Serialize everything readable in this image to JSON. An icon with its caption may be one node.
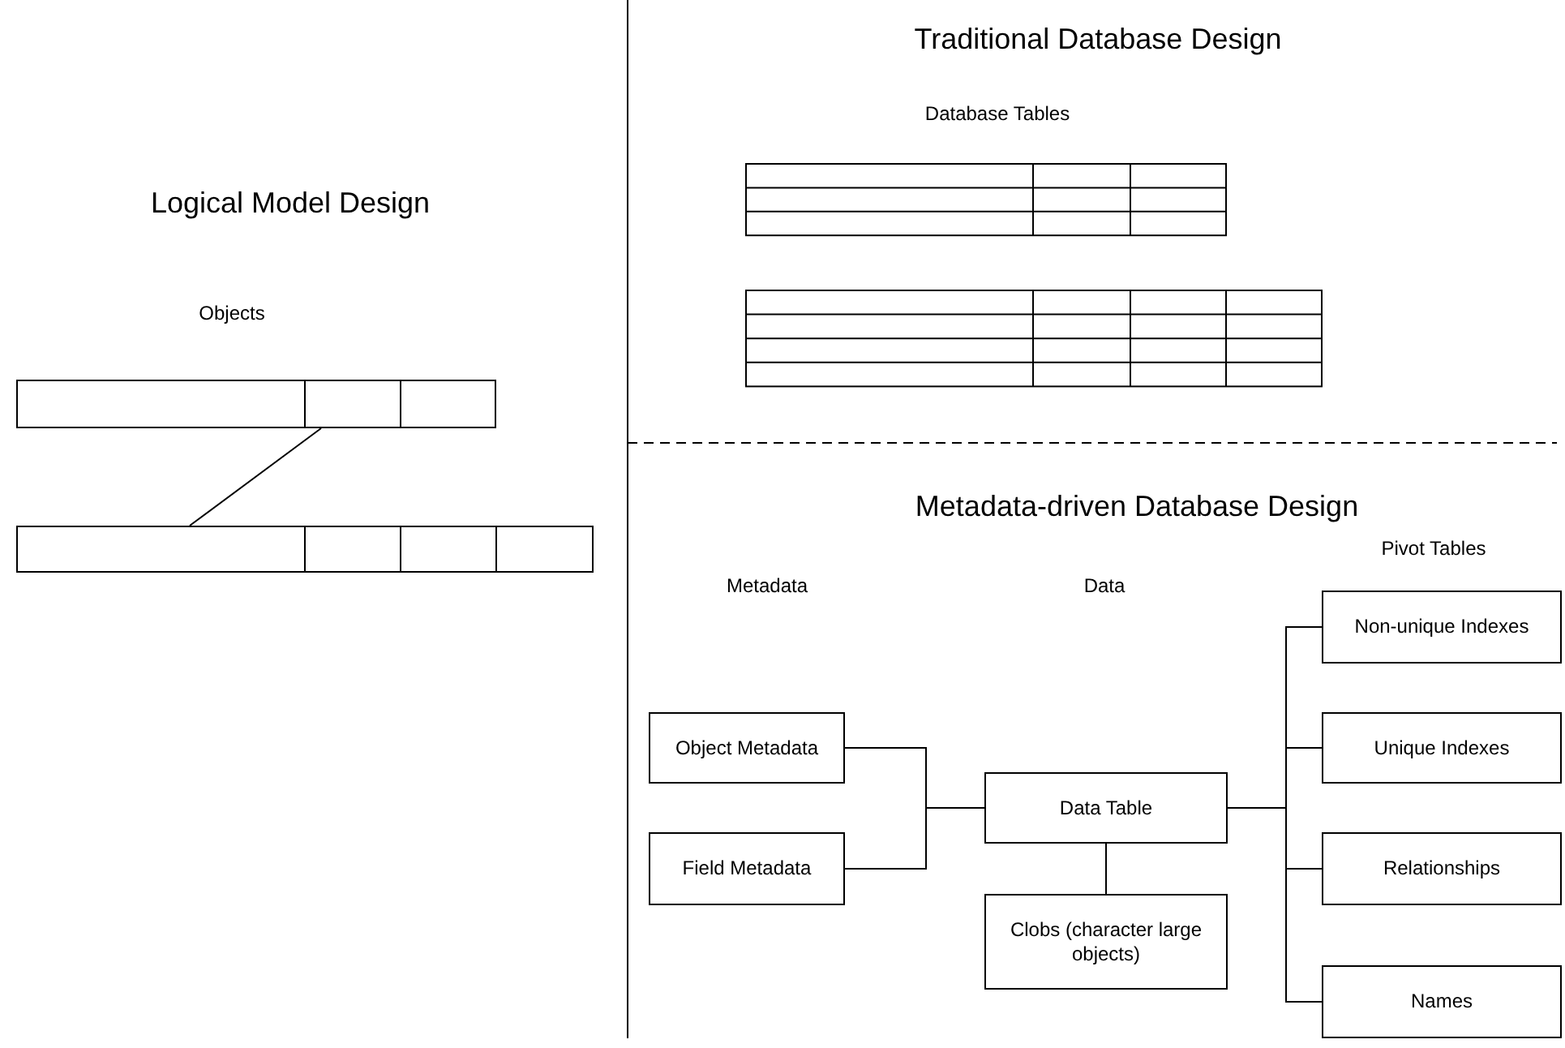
{
  "diagram": {
    "nodes": [
      {
        "text": [
          "Object Metadata"
        ]
      },
      {
        "text": [
          "Field Metadata"
        ]
      },
      {
        "text": [
          "Data Table"
        ]
      },
      {
        "text": [
          "Clobs (character large objects)"
        ]
      },
      {
        "text": [
          "Non-unique Indexes"
        ]
      },
      {
        "text": [
          "Unique Indexes"
        ]
      },
      {
        "text": [
          "Relationships"
        ]
      },
      {
        "text": [
          "Names"
        ]
      },
      {
        "text": [],
        "shape": "box"
      },
      {
        "text": [],
        "shape": "box"
      }
    ],
    "edges": [
      {
        "from": 0,
        "to": 2,
        "arrow": "none"
      },
      {
        "from": 1,
        "to": 2,
        "arrow": "none"
      },
      {
        "from": 2,
        "to": 3,
        "arrow": "none"
      },
      {
        "from": 2,
        "to": 4,
        "arrow": "none"
      },
      {
        "from": 2,
        "to": 5,
        "arrow": "none"
      },
      {
        "from": 2,
        "to": 6,
        "arrow": "none"
      },
      {
        "from": 2,
        "to": 7,
        "arrow": "none"
      },
      {
        "from": 8,
        "to": 9,
        "arrow": "none"
      }
    ],
    "labels": [
      "Traditional Database Design",
      "Database Tables",
      "Logical Model Design",
      "Objects",
      "Metadata-driven Database Design",
      "Pivot Tables",
      "Metadata",
      "Data"
    ]
  }
}
